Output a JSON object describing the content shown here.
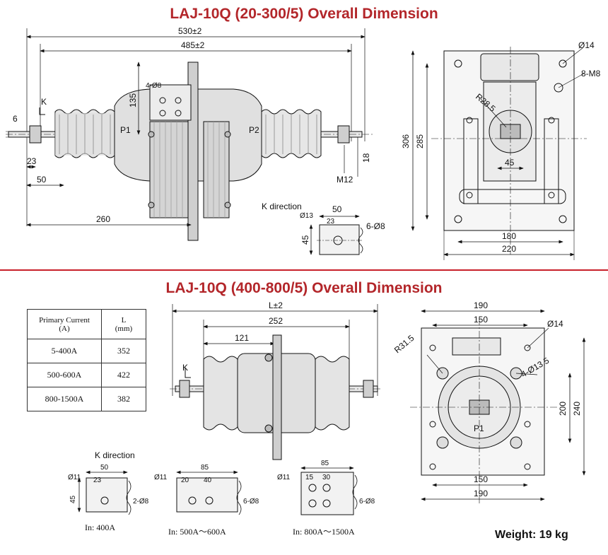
{
  "titles": {
    "top": "LAJ-10Q (20-300/5) Overall Dimension",
    "bottom": "LAJ-10Q (400-800/5) Overall Dimension"
  },
  "colors": {
    "title": "#b3262a",
    "divider": "#c8202a"
  },
  "top_front": {
    "d530": "530±2",
    "d485": "485±2",
    "d135": "135",
    "d6": "6",
    "d23": "23",
    "d50": "50",
    "d260": "260",
    "d18": "18",
    "m12": "M12",
    "p1": "P1",
    "p2": "P2",
    "k": "K",
    "bolt_label": "4-Ø8"
  },
  "top_kdir": {
    "title": "K direction",
    "d50": "50",
    "d13": "Ø13",
    "d23": "23",
    "d45": "45",
    "holes": "6-Ø8"
  },
  "top_side": {
    "d14": "Ø14",
    "m8": "8-M8",
    "r": "R28.5",
    "d306": "306",
    "d285": "285",
    "d45": "45",
    "d180": "180",
    "d220": "220"
  },
  "table": {
    "headers": [
      "Primary Current\n(A)",
      "L\n(mm)"
    ],
    "rows": [
      [
        "5-400A",
        "352"
      ],
      [
        "500-600A",
        "422"
      ],
      [
        "800-1500A",
        "382"
      ]
    ]
  },
  "bottom_front": {
    "dL": "L±2",
    "d252": "252",
    "d121": "121",
    "k": "K"
  },
  "bottom_side": {
    "d190_top": "190",
    "d150_top": "150",
    "d14": "Ø14",
    "r": "R31.5",
    "holes": "4-Ø13.5",
    "d200": "200",
    "d240": "240",
    "p1": "P1",
    "d150_bot": "150",
    "d190_bot": "190"
  },
  "kdir_bottom": {
    "title": "K direction",
    "a": {
      "d11": "Ø11",
      "d50": "50",
      "d23": "23",
      "d45": "45",
      "holes": "2-Ø8",
      "caption": "In: 400A"
    },
    "b": {
      "d11": "Ø11",
      "d85": "85",
      "d20": "20",
      "d40": "40",
      "holes": "6-Ø8",
      "caption": "In: 500A～600A"
    },
    "c": {
      "d11": "Ø11",
      "d85": "85",
      "d15": "15",
      "d30": "30",
      "holes": "6-Ø8",
      "caption": "In: 800A～1500A"
    }
  },
  "weight": "Weight:  19 kg"
}
